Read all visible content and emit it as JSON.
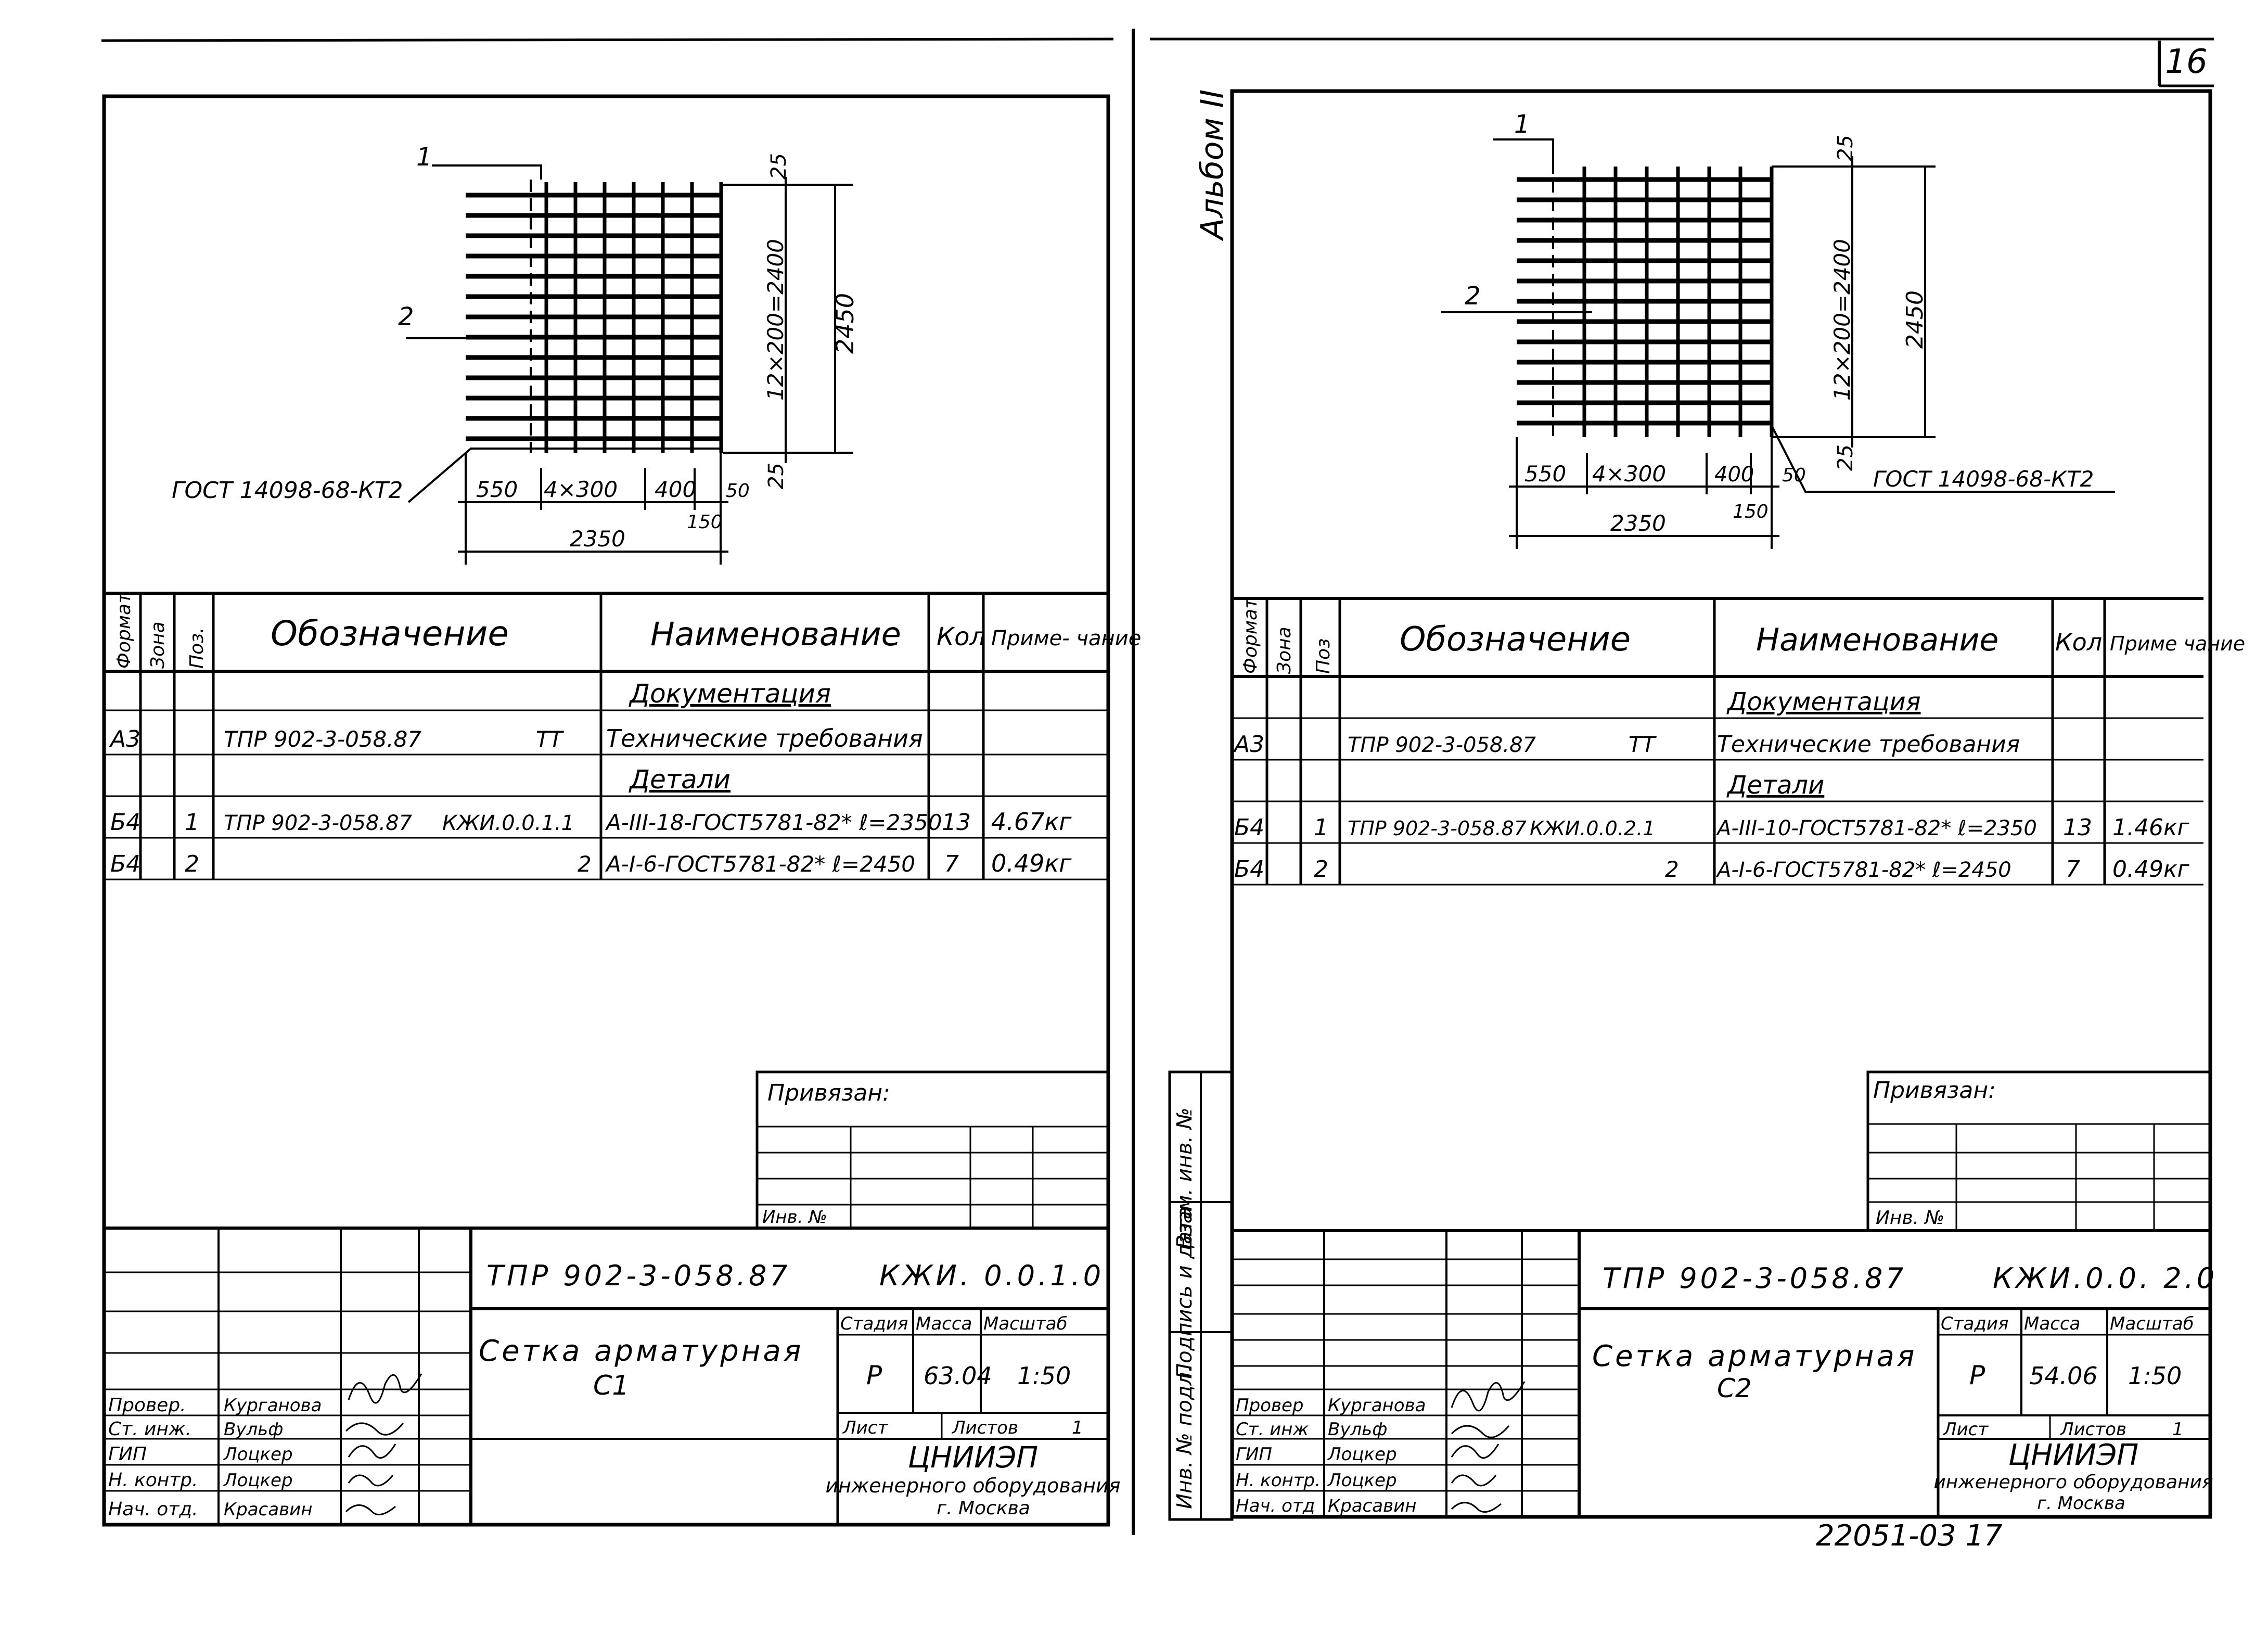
{
  "page_number": "16",
  "album_label": "Альбом II",
  "bottom_stamp": "22051-03  17",
  "left_margin_labels": [
    "Инв. № подл.",
    "Подпись и дата",
    "Взам. инв. №"
  ],
  "sheets": [
    {
      "id": "c1",
      "drawing": {
        "pos1": "1",
        "pos2": "2",
        "gost_label": "ГОСТ 14098-68-КТ2",
        "dim_25_top": "25",
        "dim_pitch": "12×200=2400",
        "dim_height": "2450",
        "dim_25_bottom": "25",
        "dim_550": "550",
        "dim_4x300": "4×300",
        "dim_400": "400",
        "dim_50": "50",
        "dim_150": "150",
        "dim_total": "2350"
      },
      "spec": {
        "headers": {
          "format": "Формат",
          "zone": "Зона",
          "pos": "Поз.",
          "designation": "Обозначение",
          "name": "Наименование",
          "qty": "Кол",
          "note": "Приме- чание"
        },
        "section_docs": "Документация",
        "section_details": "Детали",
        "rows": [
          {
            "format": "А3",
            "pos": "",
            "designation": "ТПР 902-3-058.87",
            "designation_suffix": "ТТ",
            "name": "Технические требования",
            "qty": "",
            "note": ""
          },
          {
            "format": "Б4",
            "pos": "1",
            "designation": "ТПР 902-3-058.87",
            "designation_suffix": "КЖИ.0.0.1.1",
            "name": "А-III-18-ГОСТ5781-82* ℓ=2350",
            "qty": "13",
            "note": "4.67кг"
          },
          {
            "format": "Б4",
            "pos": "2",
            "designation": "",
            "designation_suffix": "2",
            "name": "А-I-6-ГОСТ5781-82* ℓ=2450",
            "qty": "7",
            "note": "0.49кг"
          }
        ]
      },
      "tie_in": {
        "label": "Привязан:",
        "inv_label": "Инв. №"
      },
      "title_block": {
        "doc_number": "ТПР 902-3-058.87",
        "doc_code": "КЖИ. 0.0.1.0",
        "title_line1": "Сетка арматурная",
        "title_line2": "С1",
        "stage_header": "Стадия",
        "mass_header": "Масса",
        "scale_header": "Масштаб",
        "stage": "Р",
        "mass": "63.04",
        "scale": "1:50",
        "sheet_label": "Лист",
        "sheets_label": "Листов",
        "sheets_count": "1",
        "org_line1": "ЦНИИЭП",
        "org_line2": "инженерного оборудования",
        "org_line3": "г. Москва",
        "signers": [
          {
            "role": "Провер.",
            "name": "Курганова"
          },
          {
            "role": "Ст. инж.",
            "name": "Вульф"
          },
          {
            "role": "ГИП",
            "name": "Лоцкер"
          },
          {
            "role": "Н. контр.",
            "name": "Лоцкер"
          },
          {
            "role": "Нач. отд.",
            "name": "Красавин"
          }
        ]
      }
    },
    {
      "id": "c2",
      "drawing": {
        "pos1": "1",
        "pos2": "2",
        "gost_label": "ГОСТ 14098-68-КТ2",
        "dim_25_top": "25",
        "dim_pitch": "12×200=2400",
        "dim_height": "2450",
        "dim_25_bottom": "25",
        "dim_550": "550",
        "dim_4x300": "4×300",
        "dim_400": "400",
        "dim_50": "50",
        "dim_150": "150",
        "dim_total": "2350"
      },
      "spec": {
        "headers": {
          "format": "Формат",
          "zone": "Зона",
          "pos": "Поз",
          "designation": "Обозначение",
          "name": "Наименование",
          "qty": "Кол",
          "note": "Приме чание"
        },
        "section_docs": "Документация",
        "section_details": "Детали",
        "rows": [
          {
            "format": "А3",
            "pos": "",
            "designation": "ТПР 902-3-058.87",
            "designation_suffix": "ТТ",
            "name": "Технические требования",
            "qty": "",
            "note": ""
          },
          {
            "format": "Б4",
            "pos": "1",
            "designation": "ТПР 902-3-058.87",
            "designation_suffix": "КЖИ.0.0.2.1",
            "name": "А-III-10-ГОСТ5781-82* ℓ=2350",
            "qty": "13",
            "note": "1.46кг"
          },
          {
            "format": "Б4",
            "pos": "2",
            "designation": "",
            "designation_suffix": "2",
            "name": "А-I-6-ГОСТ5781-82* ℓ=2450",
            "qty": "7",
            "note": "0.49кг"
          }
        ]
      },
      "tie_in": {
        "label": "Привязан:",
        "inv_label": "Инв. №"
      },
      "title_block": {
        "doc_number": "ТПР 902-3-058.87",
        "doc_code": "КЖИ.0.0. 2.0",
        "title_line1": "Сетка арматурная",
        "title_line2": "С2",
        "stage_header": "Стадия",
        "mass_header": "Масса",
        "scale_header": "Масштаб",
        "stage": "Р",
        "mass": "54.06",
        "scale": "1:50",
        "sheet_label": "Лист",
        "sheets_label": "Листов",
        "sheets_count": "1",
        "org_line1": "ЦНИИЭП",
        "org_line2": "инженерного оборудования",
        "org_line3": "г. Москва",
        "signers": [
          {
            "role": "Провер",
            "name": "Курганова"
          },
          {
            "role": "Ст. инж",
            "name": "Вульф"
          },
          {
            "role": "ГИП",
            "name": "Лоцкер"
          },
          {
            "role": "Н. контр.",
            "name": "Лоцкер"
          },
          {
            "role": "Нач. отд",
            "name": "Красавин"
          }
        ]
      }
    }
  ]
}
